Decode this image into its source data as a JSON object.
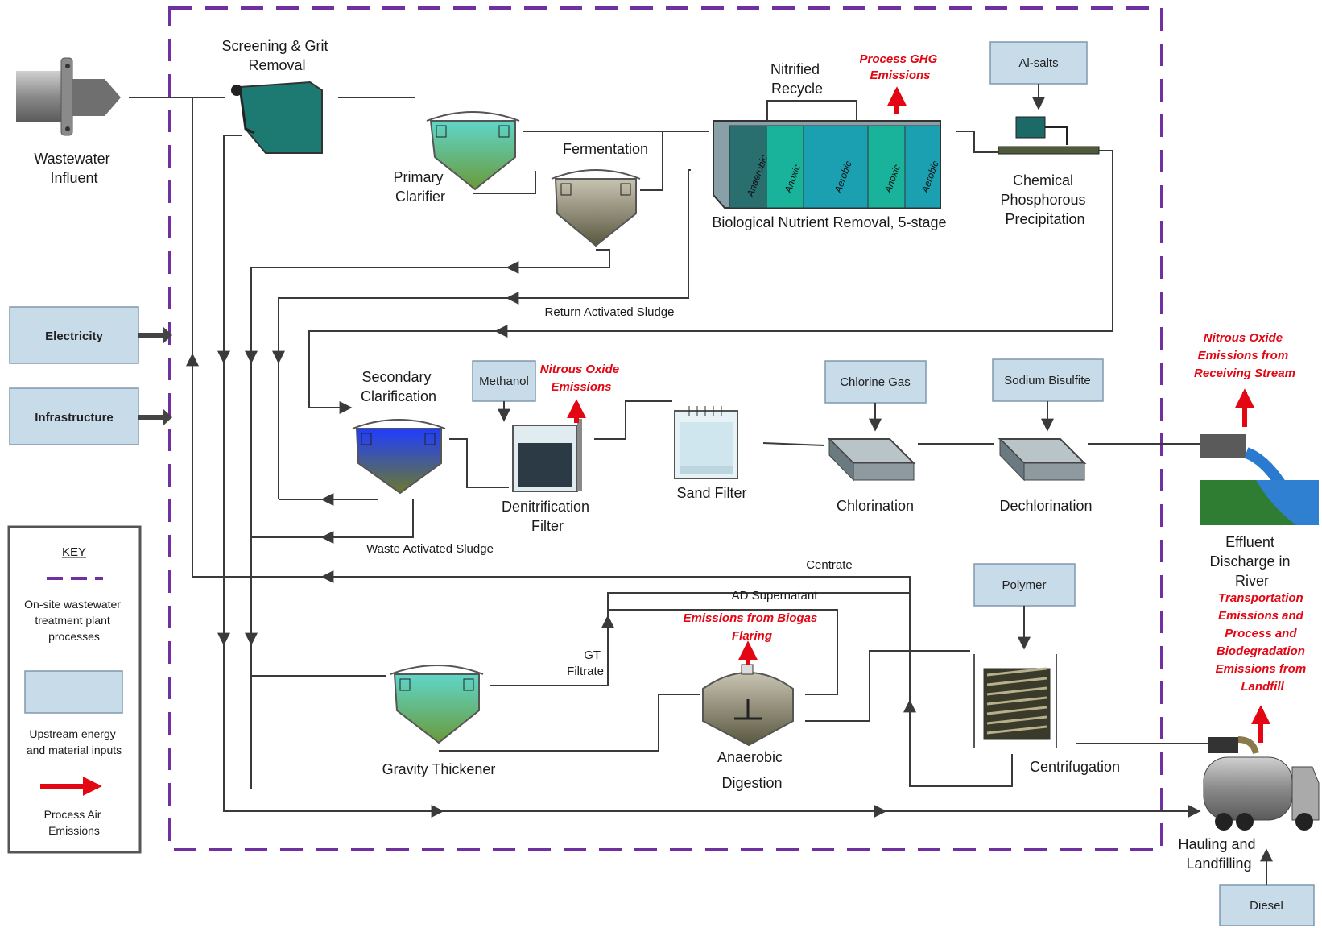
{
  "inputs": {
    "electricity": "Electricity",
    "infrastructure": "Infrastructure",
    "al_salts": "Al-salts",
    "methanol": "Methanol",
    "chlorine_gas": "Chlorine Gas",
    "sodium_bisulfite": "Sodium Bisulfite",
    "polymer": "Polymer",
    "diesel": "Diesel"
  },
  "units": {
    "wastewater_influent": [
      "Wastewater",
      "Influent"
    ],
    "screening": [
      "Screening & Grit",
      "Removal"
    ],
    "primary_clarifier": [
      "Primary",
      "Clarifier"
    ],
    "fermentation": "Fermentation",
    "nitrified_recycle": [
      "Nitrified",
      "Recycle"
    ],
    "bnr": "Biological Nutrient Removal, 5-stage",
    "bnr_stages": [
      "Anaerobic",
      "Anoxic",
      "Aerobic",
      "Anoxic",
      "Aerobic"
    ],
    "chem_phos": [
      "Chemical",
      "Phosphorous",
      "Precipitation"
    ],
    "secondary_clarification": [
      "Secondary",
      "Clarification"
    ],
    "denitrification_filter": [
      "Denitrification",
      "Filter"
    ],
    "sand_filter": "Sand Filter",
    "chlorination": "Chlorination",
    "dechlorination": "Dechlorination",
    "effluent": [
      "Effluent",
      "Discharge in",
      "River"
    ],
    "gravity_thickener": "Gravity Thickener",
    "anaerobic_digestion": [
      "Anaerobic",
      "Digestion"
    ],
    "centrifugation": "Centrifugation",
    "hauling": [
      "Hauling and",
      "Landfilling"
    ]
  },
  "streams": {
    "return_activated_sludge": "Return Activated Sludge",
    "waste_activated_sludge": "Waste Activated Sludge",
    "centrate": "Centrate",
    "ad_supernatant": "AD Supernatant",
    "gt_filtrate": [
      "GT",
      "Filtrate"
    ]
  },
  "emissions": {
    "process_ghg": [
      "Process GHG",
      "Emissions"
    ],
    "nitrous_oxide_denit": [
      "Nitrous Oxide",
      "Emissions"
    ],
    "nitrous_oxide_stream": [
      "Nitrous Oxide",
      "Emissions from",
      "Receiving Stream"
    ],
    "biogas_flaring": [
      "Emissions from Biogas",
      "Flaring"
    ],
    "landfill": [
      "Transportation",
      "Emissions and",
      "Process and",
      "Biodegradation",
      "Emissions from",
      "Landfill"
    ]
  },
  "key": {
    "title": "KEY",
    "boundary": [
      "On-site wastewater",
      "treatment plant",
      "processes"
    ],
    "upstream": [
      "Upstream energy",
      "and material inputs"
    ],
    "air": [
      "Process Air",
      "Emissions"
    ]
  },
  "colors": {
    "boundary": "#7030a0",
    "emission": "#e30613",
    "input_box": "#c8dbe8"
  }
}
